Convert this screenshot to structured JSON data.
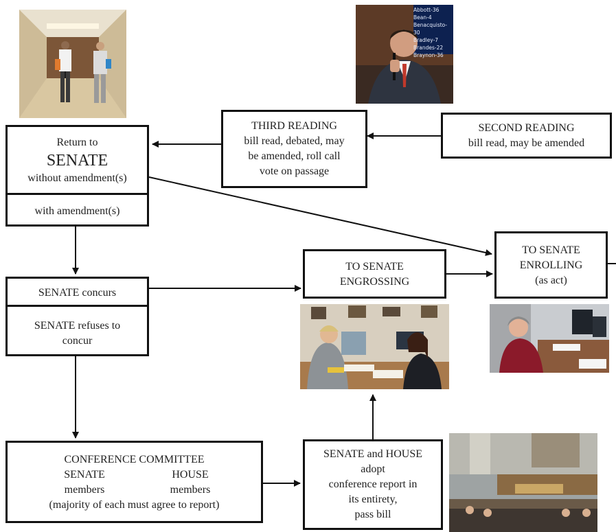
{
  "boxes": {
    "return_senate": {
      "line1": "Return to",
      "line2": "SENATE",
      "line3": "without amendment(s)",
      "line4": "with amendment(s)"
    },
    "third_reading": {
      "line1": "THIRD READING",
      "line2": "bill read, debated, may",
      "line3": "be amended, roll call",
      "line4": "vote on passage"
    },
    "second_reading": {
      "line1": "SECOND READING",
      "line2": "bill read, may be amended"
    },
    "senate_enrolling": {
      "line1": "TO SENATE",
      "line2": "ENROLLING",
      "line3": "(as act)"
    },
    "senate_engrossing": {
      "line1": "TO SENATE",
      "line2": "ENGROSSING"
    },
    "senate_concurs": {
      "line1": "SENATE concurs",
      "line2": "SENATE refuses to",
      "line3": "concur"
    },
    "conference_committee": {
      "line1": "CONFERENCE COMMITTEE",
      "senate_label": "SENATE",
      "senate_members": "members",
      "house_label": "HOUSE",
      "house_members": "members",
      "line4": "(majority of each must agree to report)"
    },
    "senate_and_house": {
      "line1": "SENATE and HOUSE",
      "line2": "adopt",
      "line3": "conference report in",
      "line4": "its entirety,",
      "line5": "pass bill"
    }
  },
  "photos": {
    "hallway": "two-men-walking-hallway-photo",
    "speaker": "man-speaking-at-microphone-photo",
    "engrossing": "two-women-at-desk-photo",
    "enrolling": "woman-at-computer-photo",
    "chamber": "legislative-chamber-photo"
  },
  "vote_board": [
    "Abbott-36",
    "Bean-4",
    "Benacquisto-30",
    "Bradley-7",
    "Brandes-22",
    "Braynon-36"
  ]
}
